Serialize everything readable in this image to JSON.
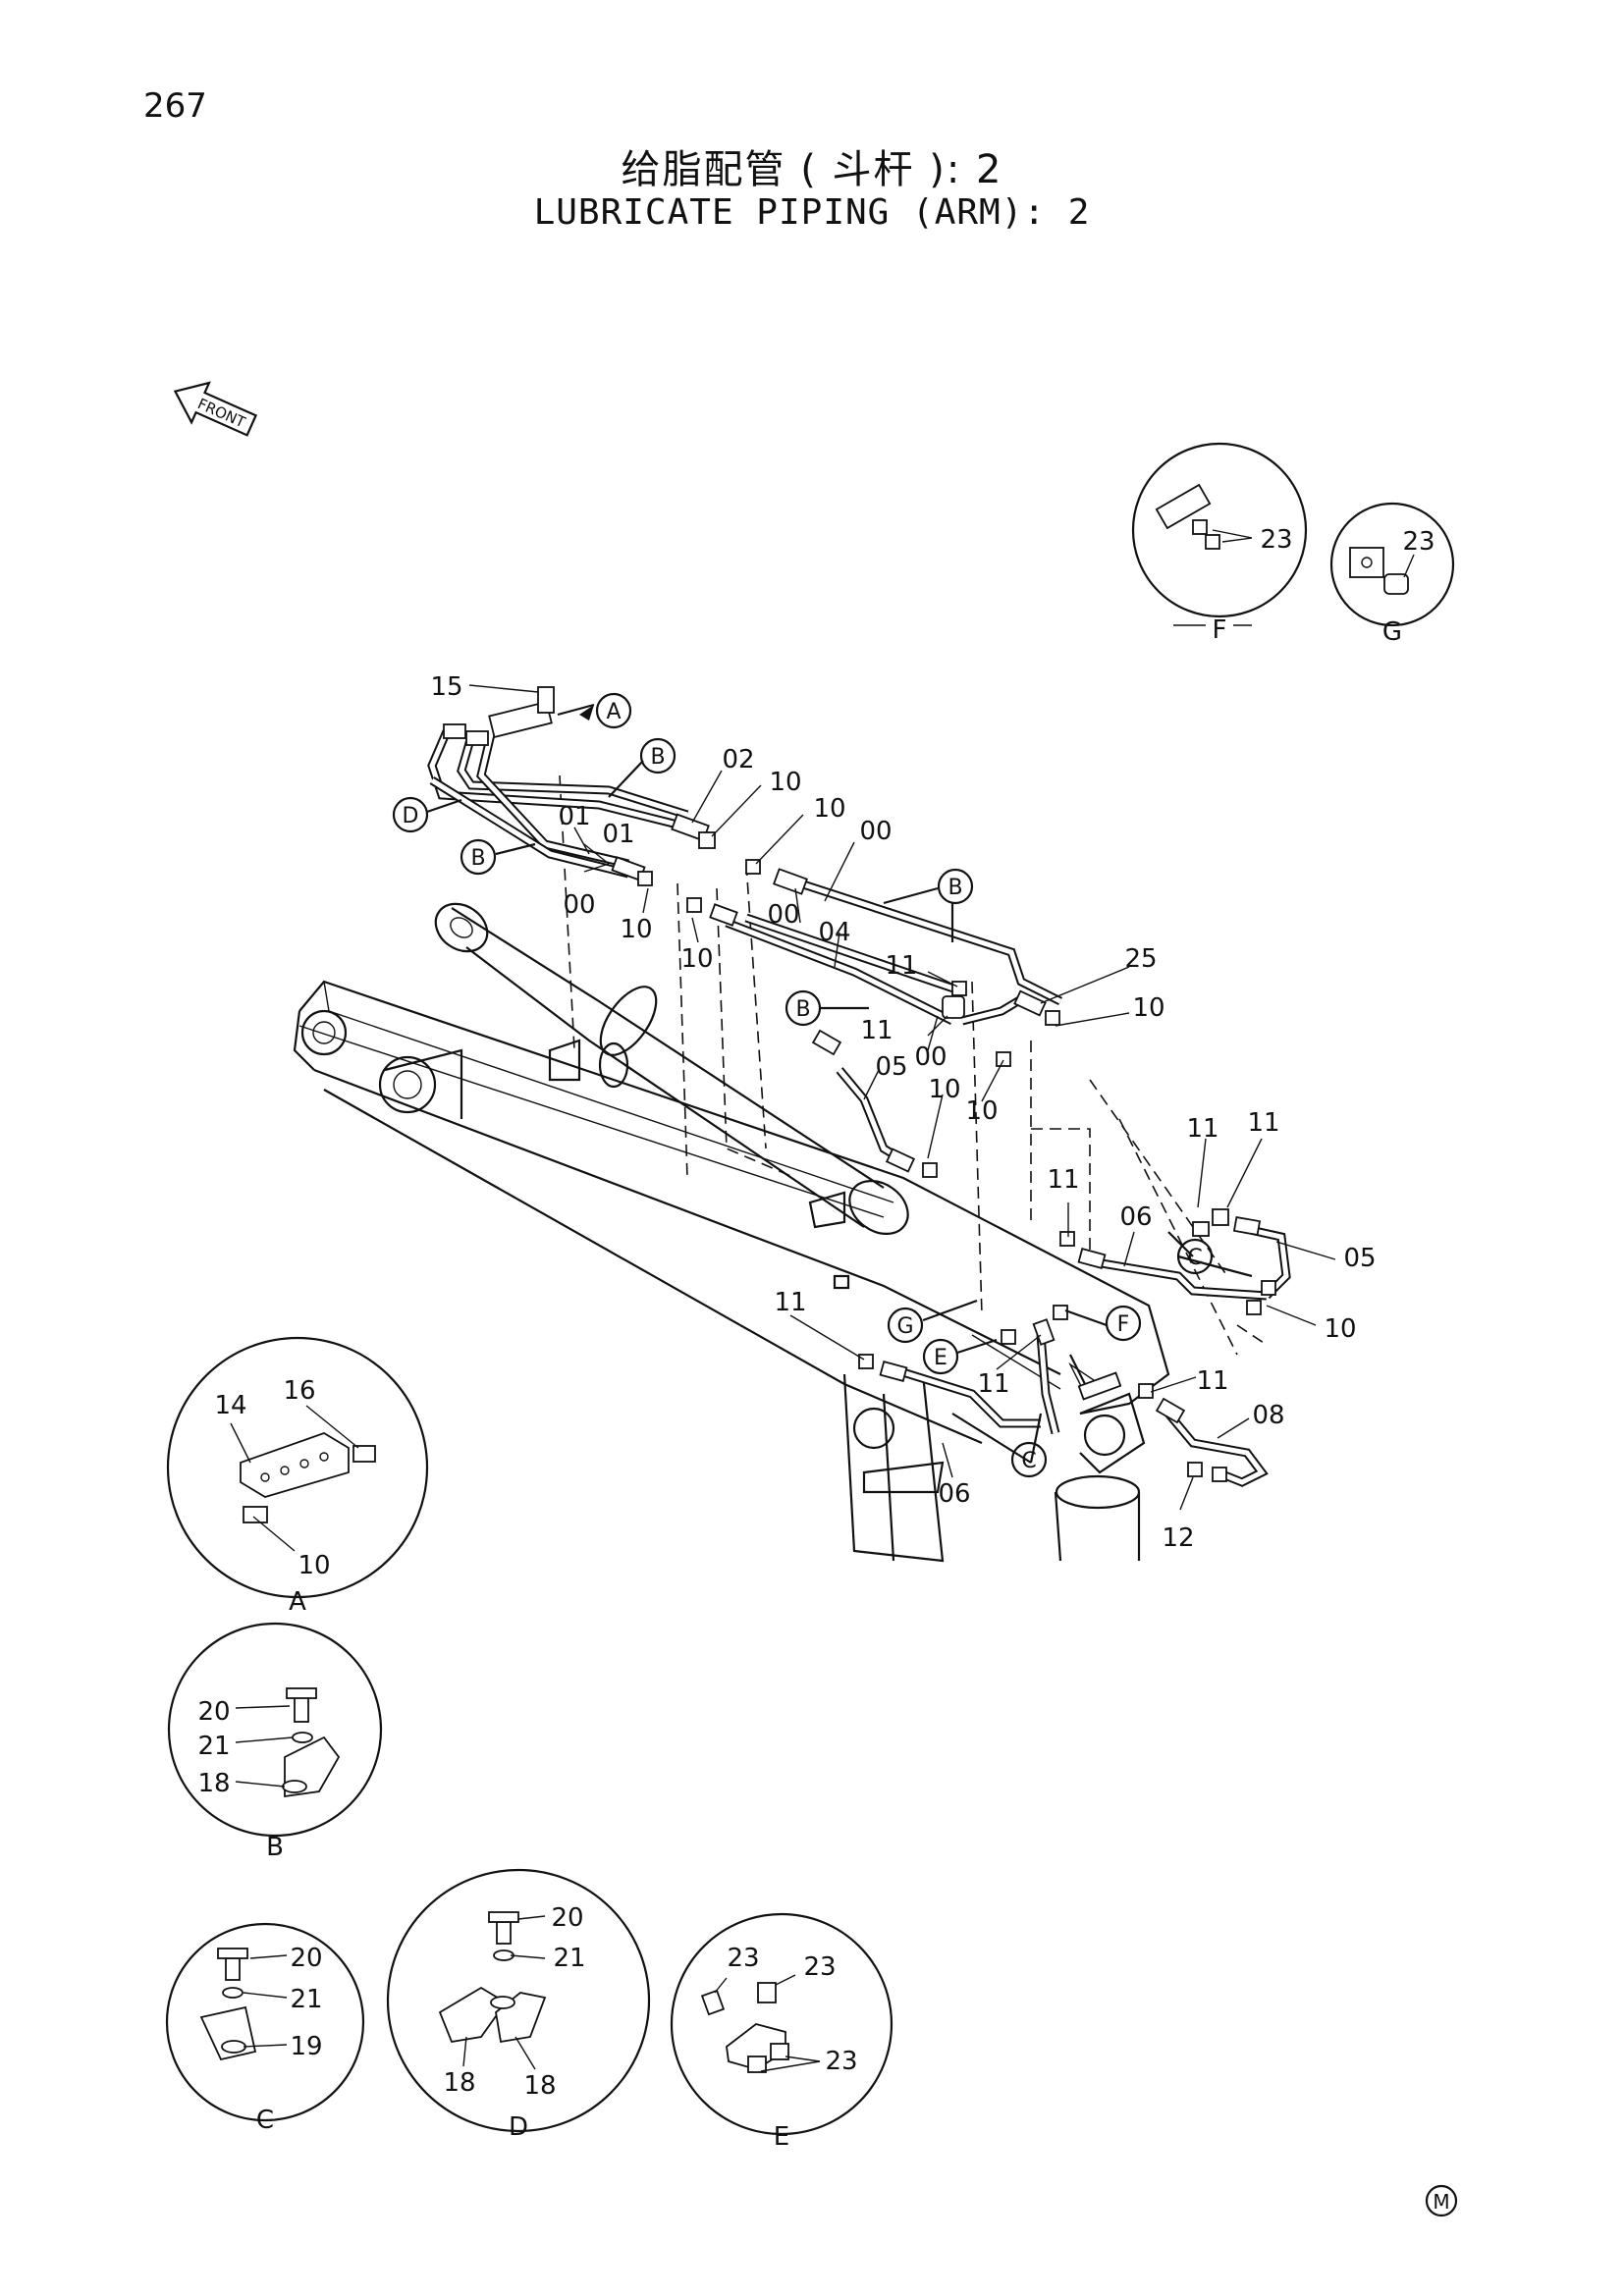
{
  "page_number": "267",
  "title_cn": "给脂配管 ( 斗杆 ): 2",
  "title_en": "LUBRICATE PIPING (ARM): 2",
  "front_label": "FRONT",
  "mark": "M",
  "callout_letters": {
    "A": "A",
    "B": "B",
    "C": "C",
    "D": "D",
    "E": "E",
    "F": "F",
    "G": "G"
  },
  "main_labels": {
    "p15": "15",
    "p02": "02",
    "p10a": "10",
    "p10b": "10",
    "p00a": "00",
    "p01a": "01",
    "p01b": "01",
    "p00b": "00",
    "p10c": "10",
    "p10d": "10",
    "p00c": "00",
    "p04": "04",
    "p25": "25",
    "p11a": "11",
    "p10e": "10",
    "p11b": "11",
    "p00d": "00",
    "p05a": "05",
    "p10f": "10",
    "p10g": "10",
    "p11c": "11",
    "p11d": "11",
    "p11e": "11",
    "p06a": "06",
    "p05b": "05",
    "p10h": "10",
    "p11f": "11",
    "p11g": "11",
    "p11h": "11",
    "p08": "08",
    "p06b": "06",
    "p12": "12"
  },
  "details": {
    "A": {
      "letter": "A",
      "labels": [
        "14",
        "16",
        "10"
      ]
    },
    "B": {
      "letter": "B",
      "labels": [
        "20",
        "21",
        "18"
      ]
    },
    "C": {
      "letter": "C",
      "labels": [
        "20",
        "21",
        "19"
      ]
    },
    "D": {
      "letter": "D",
      "labels": [
        "20",
        "21",
        "18",
        "18"
      ]
    },
    "E": {
      "letter": "E",
      "labels": [
        "23",
        "23",
        "23"
      ]
    },
    "F": {
      "letter": "F",
      "labels": [
        "23"
      ]
    },
    "G": {
      "letter": "G",
      "labels": [
        "23"
      ]
    }
  }
}
